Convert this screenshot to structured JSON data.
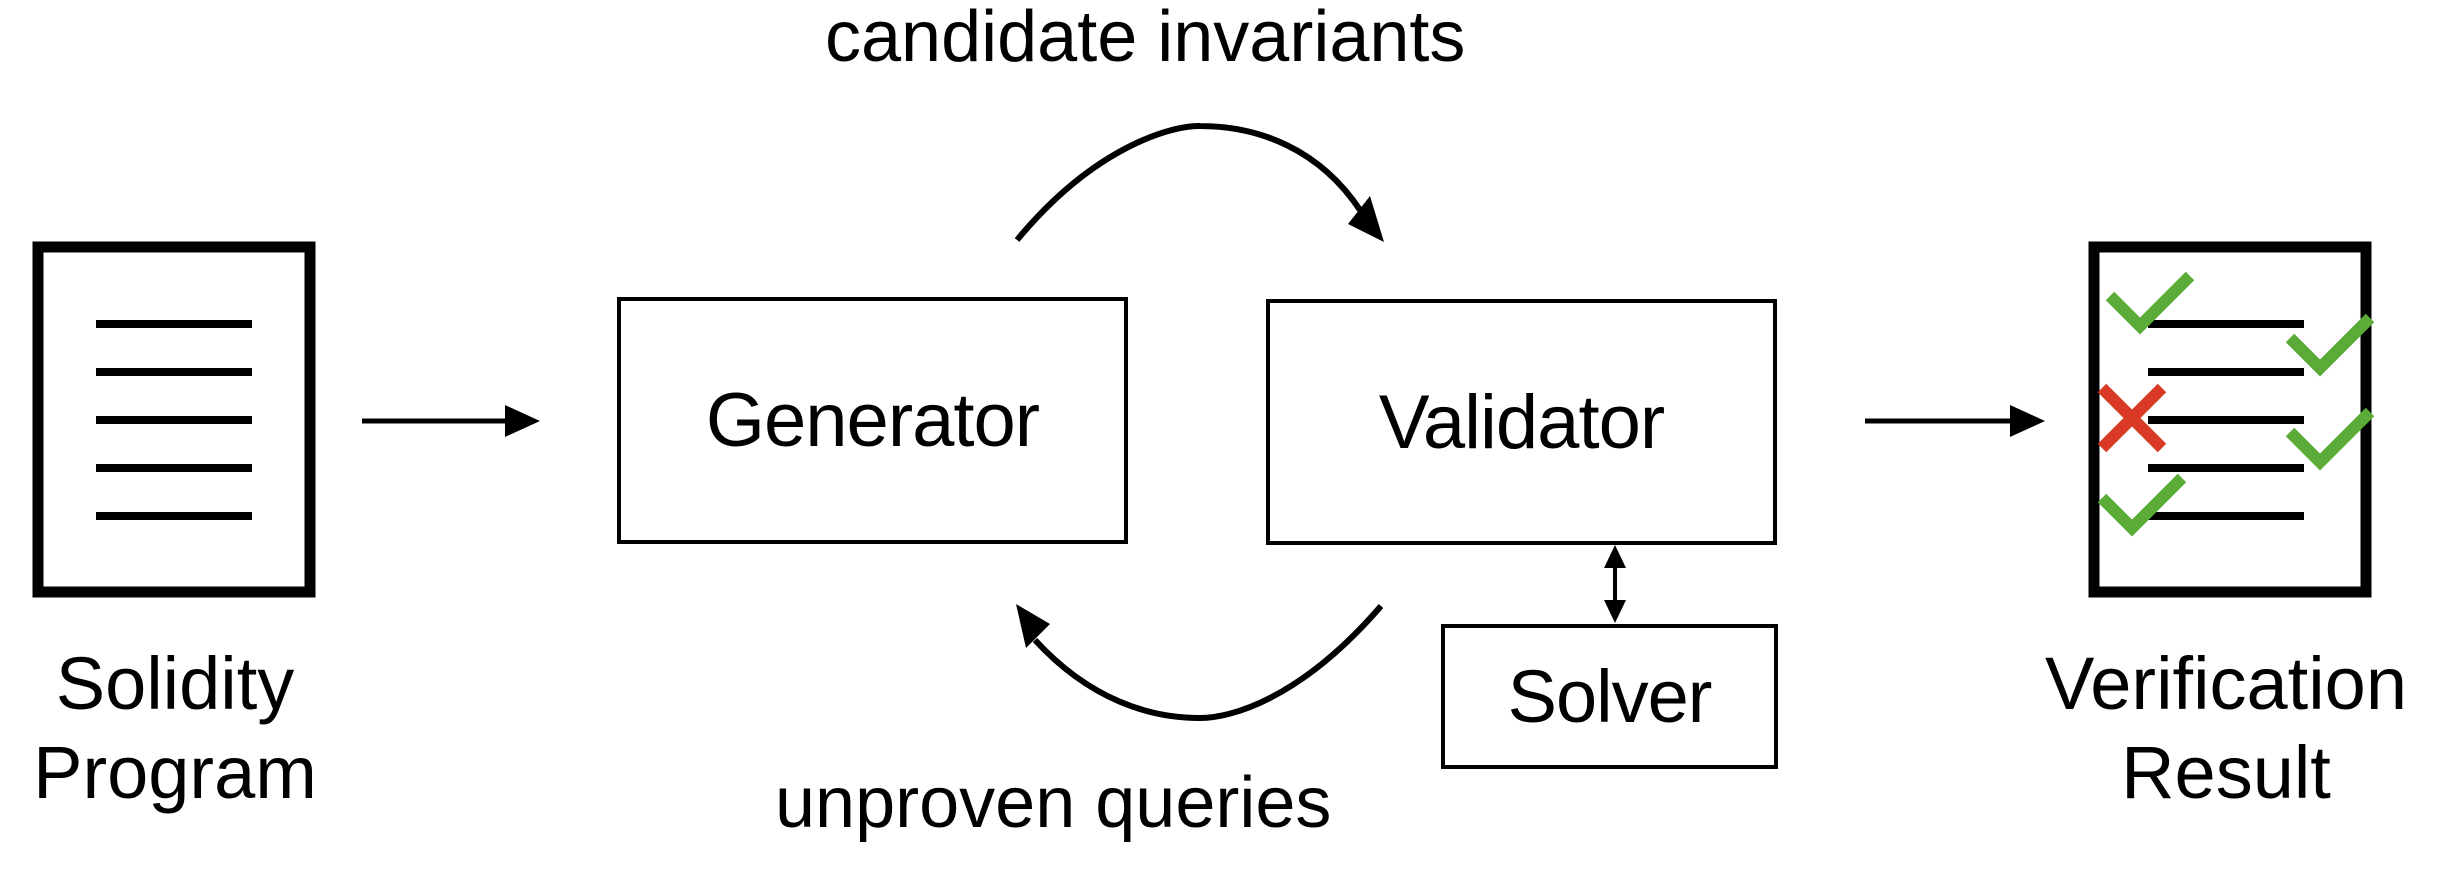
{
  "diagram": {
    "top_label": "candidate invariants",
    "bottom_label": "unproven queries",
    "generator": "Generator",
    "validator": "Validator",
    "solver": "Solver",
    "input": {
      "line1": "Solidity",
      "line2": "Program"
    },
    "output": {
      "line1": "Verification",
      "line2": "Result"
    }
  },
  "colors": {
    "check": "#5aab37",
    "cross": "#d93a26",
    "stroke": "#000000"
  },
  "result_marks": [
    "check",
    "check",
    "cross",
    "check",
    "check"
  ]
}
